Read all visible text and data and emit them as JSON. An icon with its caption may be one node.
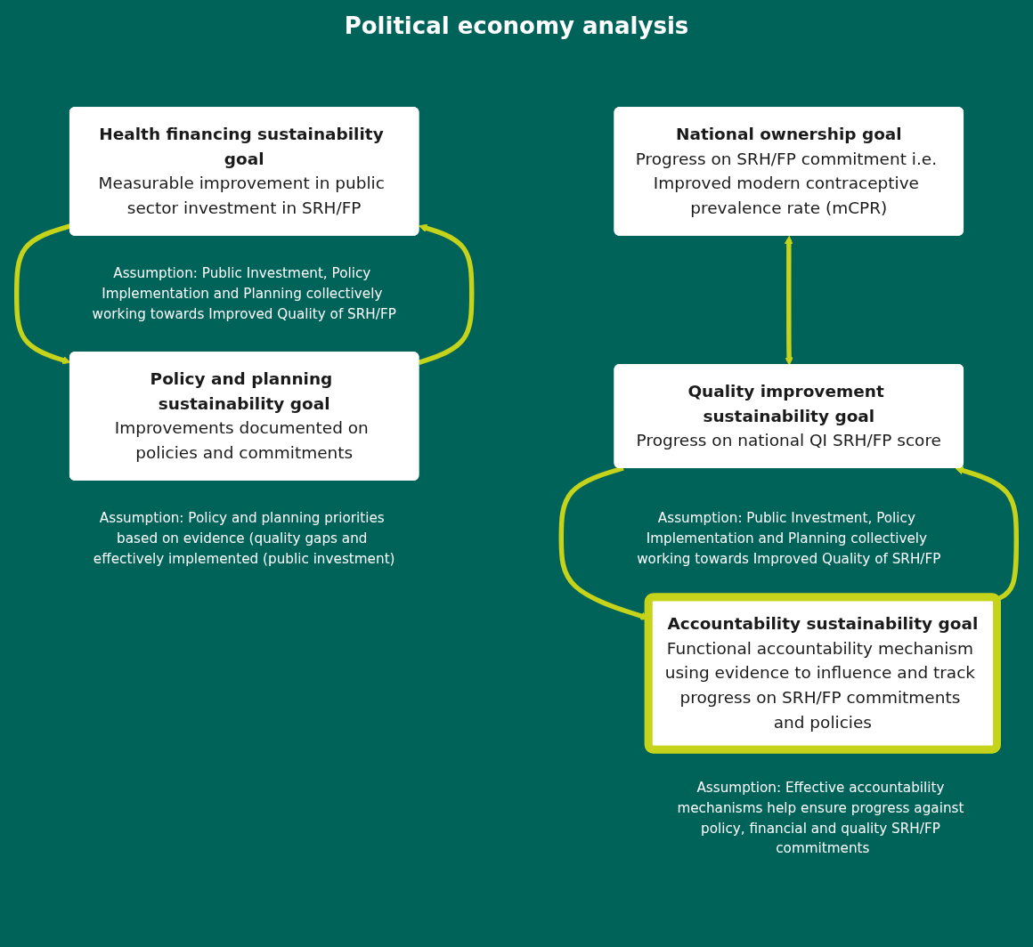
{
  "diagram": {
    "nodes": [
      {
        "text": [
          "National ownership goal",
          "Progress on SRH/FP commitment i.e. Improved modern contraceptive prevalence rate (mCPR)"
        ]
      },
      {
        "text": [
          "Quality improvement sustainability goal",
          "Progress on national QI SRH/FP score"
        ],
        "beside": [
          "Assumption: Public Investment, Policy Implementation and Planning collectively working towards Improved Quality of SRH/FP"
        ]
      },
      {
        "text": [
          "Health financing sustainability goal",
          "Measurable improvement in public sector investment in SRH/FP"
        ],
        "beside": [
          "Assumption: Public Investment, Policy Implementation and Planning collectively working towards Improved Quality of SRH/FP"
        ]
      },
      {
        "text": [
          "Policy and planning sustainability goal",
          "Improvements documented on policies and commitments"
        ],
        "beside": [
          "Assumption: Policy and planning priorities based on evidence (quality gaps and effectively implemented (public investment)"
        ]
      },
      {
        "text": [
          "Accountability sustainability goal",
          "Functional accountability mechanism using evidence to influence and track progress on SRH/FP commitments and policies"
        ],
        "beside": [
          "Assumption: Effective accountability mechanisms help ensure progress against policy, financial and quality SRH/FP commitments"
        ]
      }
    ],
    "edges": [
      {
        "from": 0,
        "to": 1,
        "arrow": "both"
      },
      {
        "from": 2,
        "to": 3,
        "arrow": "to"
      },
      {
        "from": 3,
        "to": 2,
        "arrow": "to"
      },
      {
        "from": 4,
        "to": 1,
        "arrow": "to"
      },
      {
        "from": 1,
        "to": 4,
        "arrow": "to"
      }
    ],
    "labels": [
      "Political economy analysis"
    ]
  }
}
